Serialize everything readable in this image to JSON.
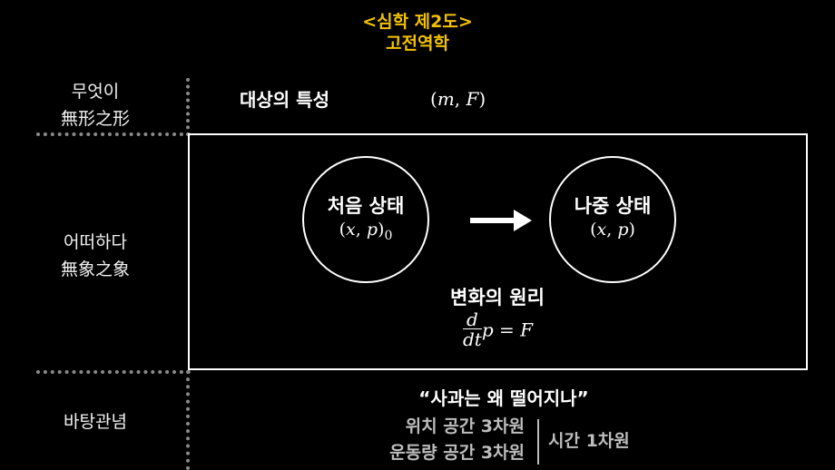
{
  "header": {
    "title_line1": "<심학 제2도>",
    "title_line2": "고전역학"
  },
  "side_labels": {
    "what_line1": "무엇이",
    "what_line2": "無形之形",
    "how_line1": "어떠하다",
    "how_line2": "無象之象",
    "basis": "바탕관념"
  },
  "object": {
    "label": "대상의 특성",
    "math_m": "m",
    "math_comma": ", ",
    "math_F": "F",
    "math_open": "(",
    "math_close": ")"
  },
  "initial_state": {
    "label": "처음 상태",
    "math_open": "(",
    "math_x": "x",
    "math_comma": ", ",
    "math_p": "p",
    "math_close": ")",
    "math_sub": "0"
  },
  "final_state": {
    "label": "나중 상태",
    "math_open": "(",
    "math_x": "x",
    "math_comma": ", ",
    "math_p": "p",
    "math_close": ")"
  },
  "principle": {
    "label": "변화의 원리",
    "num": "d",
    "den": "dt",
    "rhs": "p = F"
  },
  "basis": {
    "quote": "“사과는 왜 떨어지나”",
    "position_space": "위치 공간 3차원",
    "momentum_space": "운동량 공간 3차원",
    "time": "시간 1차원"
  },
  "colors": {
    "title": "#f2c200",
    "background": "#000000",
    "dots": "#8a8a8a",
    "muted_text": "#bdbdbd"
  }
}
